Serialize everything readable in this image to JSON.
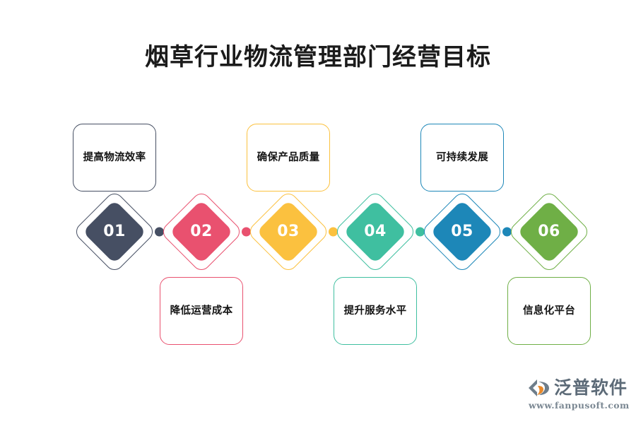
{
  "title": "烟草行业物流管理部门经营目标",
  "steps": [
    {
      "number": "01",
      "label": "提高物流效率",
      "color": "#464F63",
      "dot_color": "#464F63",
      "card_position": "above"
    },
    {
      "number": "02",
      "label": "降低运营成本",
      "color": "#E9516F",
      "dot_color": "#E9516F",
      "card_position": "below"
    },
    {
      "number": "03",
      "label": "确保产品质量",
      "color": "#FBC13F",
      "dot_color": "#FBC13F",
      "card_position": "above"
    },
    {
      "number": "04",
      "label": "提升服务水平",
      "color": "#3FBFA0",
      "dot_color": "#3FBFA0",
      "card_position": "below"
    },
    {
      "number": "05",
      "label": "可持续发展",
      "color": "#1D87B8",
      "dot_color": "#1D87B8",
      "card_position": "above"
    },
    {
      "number": "06",
      "label": "信息化平台",
      "color": "#6FAF46",
      "dot_color": "#6FAF46",
      "card_position": "below"
    }
  ],
  "watermark": {
    "brand": "泛普软件",
    "url": "www.fanpusoft.com",
    "mark_color": "#6E7D8A",
    "mark_accent": "#E8892B"
  }
}
